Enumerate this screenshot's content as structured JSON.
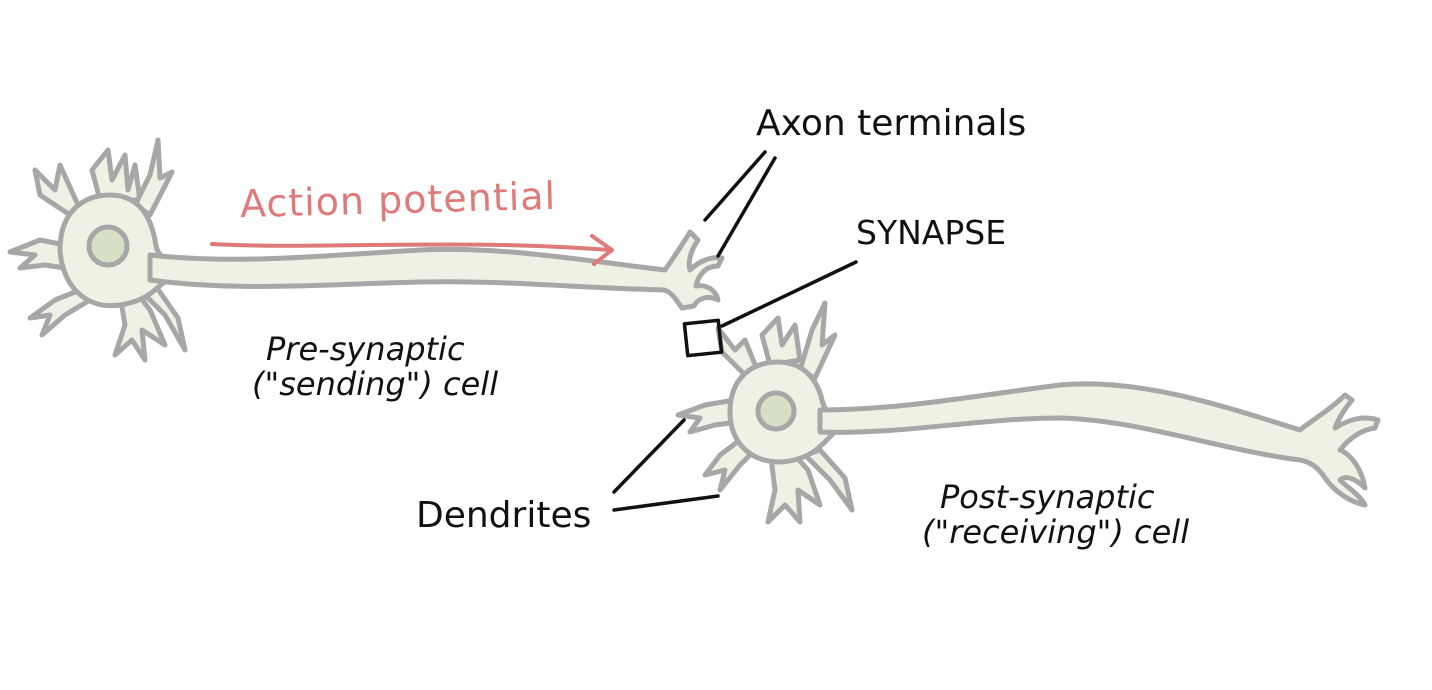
{
  "labels": {
    "action_potential": "Action potential",
    "axon_terminals": "Axon terminals",
    "synapse": "SYNAPSE",
    "pre_synaptic_line1": "Pre-synaptic",
    "pre_synaptic_line2": "(\"sending\") cell",
    "dendrites": "Dendrites",
    "post_synaptic_line1": "Post-synaptic",
    "post_synaptic_line2": "(\"receiving\") cell"
  },
  "colors": {
    "cell_fill": "#eef1e3",
    "cell_outline": "#a7a7a7",
    "nucleus_fill": "#d7e0c5",
    "arrow": "#e07a78",
    "ink": "#111111"
  }
}
